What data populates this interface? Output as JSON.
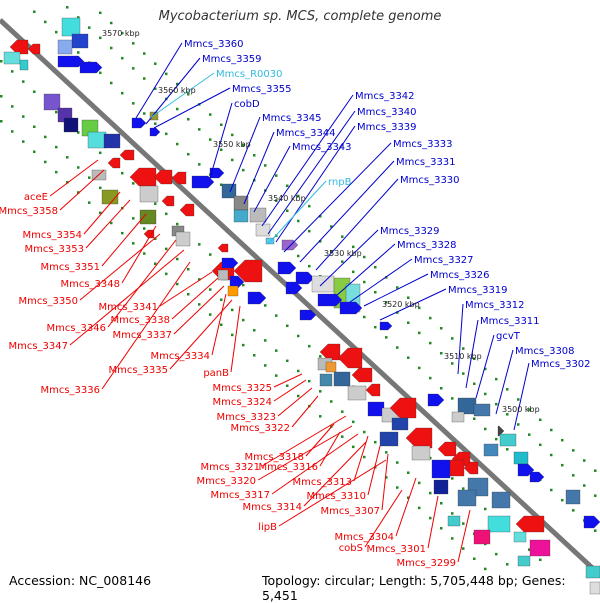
{
  "title": "Mycobacterium sp. MCS, complete genome",
  "footer": {
    "accession": "Accession: NC_008146",
    "topology": "Topology: circular; Length: 5,705,448 bp; Genes: 5,451"
  },
  "colors": {
    "forward_label": "#0000cc",
    "reverse_label": "#ee0000",
    "rna_label": "#33bbdd",
    "forward_gene": "#1111ee",
    "reverse_gene": "#ee1111",
    "backbone": "#777777",
    "tick_dot": "#228822"
  },
  "scale_ticks": [
    "3570 kbp",
    "3560 kbp",
    "3550 kbp",
    "3540 kbp",
    "3530 kbp",
    "3520 kbp",
    "3510 kbp",
    "3500 kbp"
  ],
  "forward_labels": [
    "Mmcs_3360",
    "Mmcs_3359",
    "Mmcs_R0030",
    "Mmcs_3355",
    "cobD",
    "Mmcs_3345",
    "Mmcs_3344",
    "Mmcs_3343",
    "Mmcs_3342",
    "Mmcs_3340",
    "Mmcs_3339",
    "rnpB",
    "Mmcs_3333",
    "Mmcs_3331",
    "Mmcs_3330",
    "Mmcs_3329",
    "Mmcs_3328",
    "Mmcs_3327",
    "Mmcs_3326",
    "Mmcs_3319",
    "Mmcs_3312",
    "Mmcs_3311",
    "gcvT",
    "Mmcs_3308",
    "Mmcs_3302"
  ],
  "reverse_labels": [
    "aceE",
    "Mmcs_3358",
    "Mmcs_3354",
    "Mmcs_3353",
    "Mmcs_3351",
    "Mmcs_3348",
    "Mmcs_3350",
    "Mmcs_3341",
    "Mmcs_3338",
    "Mmcs_3346",
    "Mmcs_3337",
    "Mmcs_3347",
    "Mmcs_3334",
    "Mmcs_3335",
    "panB",
    "Mmcs_3336",
    "Mmcs_3325",
    "Mmcs_3324",
    "Mmcs_3323",
    "Mmcs_3322",
    "Mmcs_3318",
    "Mmcs_3321",
    "Mmcs_3316",
    "Mmcs_3320",
    "Mmcs_3313",
    "Mmcs_3317",
    "Mmcs_3310",
    "Mmcs_3314",
    "Mmcs_3307",
    "lipB",
    "Mmcs_3304",
    "cobS",
    "Mmcs_3301",
    "Mmcs_3299"
  ]
}
